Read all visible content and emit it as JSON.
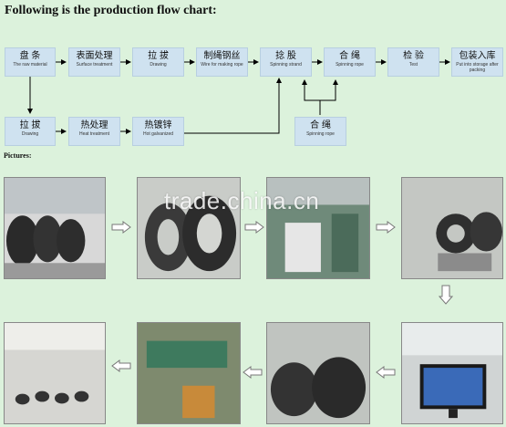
{
  "title": "Following is the production flow chart:",
  "pictures_label": "Pictures:",
  "watermark": "trade.china.cn",
  "flow_steps": [
    {
      "zh": "盘 条",
      "en": "The raw material"
    },
    {
      "zh": "表面处理",
      "en": "Surface treatment"
    },
    {
      "zh": "拉 拔",
      "en": "Drawing"
    },
    {
      "zh": "制绳钢丝",
      "en": "Wire for making rope"
    },
    {
      "zh": "捻 股",
      "en": "Spinning strand"
    },
    {
      "zh": "合 绳",
      "en": "Spinning rope"
    },
    {
      "zh": "检 验",
      "en": "Test"
    },
    {
      "zh": "包装入库",
      "en": "Put into storage after packing"
    },
    {
      "zh": "拉 拔",
      "en": "Drawing"
    },
    {
      "zh": "热处理",
      "en": "Heat treatment"
    },
    {
      "zh": "热镀锌",
      "en": "Hot galvanized"
    },
    {
      "zh": "合 绳",
      "en": "Spinning rope"
    }
  ],
  "colors": {
    "background": "#dcf2dc",
    "box": "#cfe2f0",
    "arrow_line": "#000000",
    "photo_arrow": "#ffffff"
  }
}
